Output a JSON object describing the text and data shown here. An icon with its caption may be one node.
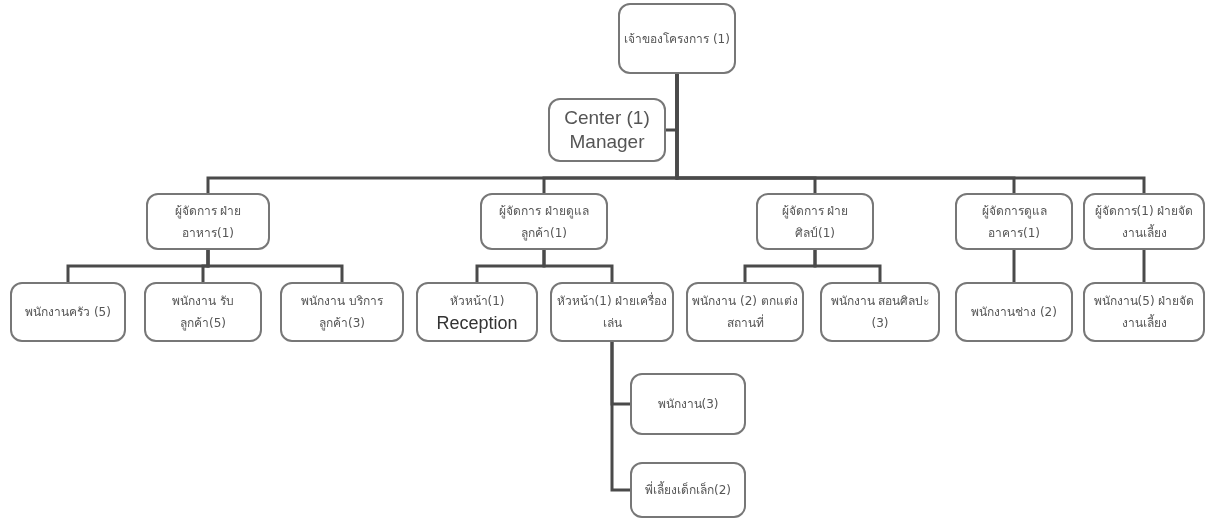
{
  "diagram": {
    "nodes": [
      {
        "text": [
          "เจ้าของโครงการ (1)"
        ]
      },
      {
        "text": [
          "Center (1) Manager"
        ]
      },
      {
        "text": [
          "ผู้จัดการ ฝ่ายอาหาร(1)"
        ]
      },
      {
        "text": [
          "ผู้จัดการ ฝ่ายดูแลลูกค้า(1)"
        ]
      },
      {
        "text": [
          "ผู้จัดการ ฝ่ายศิลป์(1)"
        ]
      },
      {
        "text": [
          "ผู้จัดการดูแล อาคาร(1)"
        ]
      },
      {
        "text": [
          "ผู้จัดการ(1) ฝ่ายจัดงานเลี้ยง"
        ]
      },
      {
        "text": [
          "พนักงานครัว (5)"
        ]
      },
      {
        "text": [
          "พนักงาน รับลูกค้า(5)"
        ]
      },
      {
        "text": [
          "พนักงาน บริการลูกค้า(3)"
        ]
      },
      {
        "text": [
          "หัวหน้า(1)",
          "Reception"
        ]
      },
      {
        "text": [
          "หัวหน้า(1) ฝ่ายเครื่องเล่น"
        ]
      },
      {
        "text": [
          "พนักงาน (2) ตกแต่งสถานที่"
        ]
      },
      {
        "text": [
          "พนักงาน สอนศิลปะ (3)"
        ]
      },
      {
        "text": [
          "พนักงานช่าง (2)"
        ]
      },
      {
        "text": [
          "พนักงาน(5) ฝ่ายจัดงานเลี้ยง"
        ]
      },
      {
        "text": [
          "พนักงาน(3)"
        ]
      },
      {
        "text": [
          "พี่เลี้ยงเด็กเล็ก(2)"
        ]
      }
    ],
    "edges": [
      {
        "from": 0,
        "to": 1,
        "arrow": "none"
      },
      {
        "from": 0,
        "to": 2,
        "arrow": "none"
      },
      {
        "from": 0,
        "to": 3,
        "arrow": "none"
      },
      {
        "from": 0,
        "to": 4,
        "arrow": "none"
      },
      {
        "from": 0,
        "to": 5,
        "arrow": "none"
      },
      {
        "from": 0,
        "to": 6,
        "arrow": "none"
      },
      {
        "from": 2,
        "to": 7,
        "arrow": "none"
      },
      {
        "from": 2,
        "to": 8,
        "arrow": "none"
      },
      {
        "from": 2,
        "to": 9,
        "arrow": "none"
      },
      {
        "from": 3,
        "to": 10,
        "arrow": "none"
      },
      {
        "from": 3,
        "to": 11,
        "arrow": "none"
      },
      {
        "from": 4,
        "to": 12,
        "arrow": "none"
      },
      {
        "from": 4,
        "to": 13,
        "arrow": "none"
      },
      {
        "from": 5,
        "to": 14,
        "arrow": "none"
      },
      {
        "from": 6,
        "to": 15,
        "arrow": "none"
      },
      {
        "from": 11,
        "to": 16,
        "arrow": "none"
      },
      {
        "from": 11,
        "to": 17,
        "arrow": "none"
      }
    ]
  }
}
